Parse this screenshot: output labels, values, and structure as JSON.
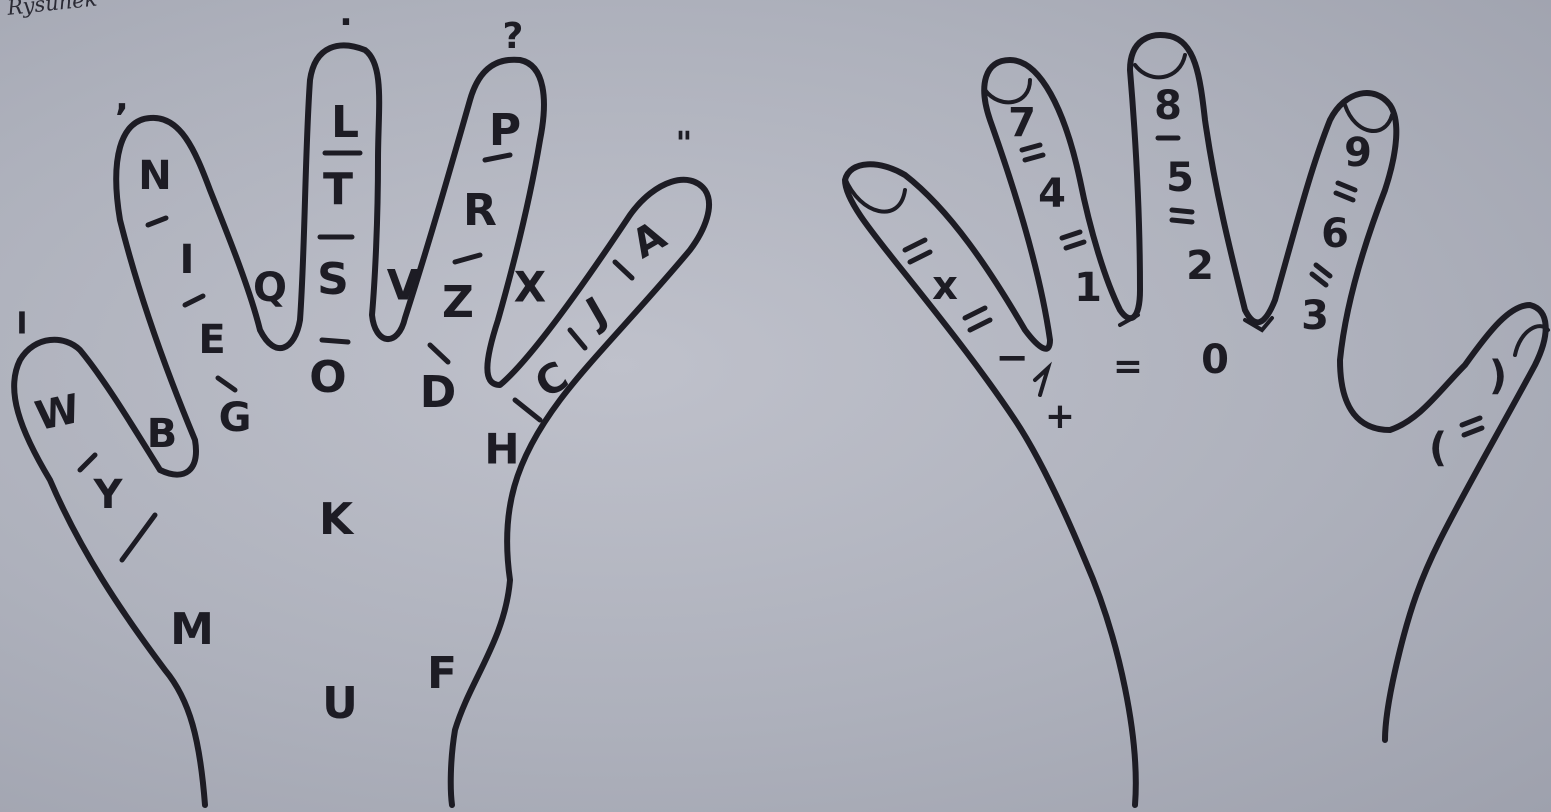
{
  "caption": "Rysunek",
  "left_hand": {
    "little_finger": [
      "W",
      "Y"
    ],
    "ring_finger": [
      "N",
      "I",
      "E"
    ],
    "middle_finger": [
      "L",
      "T",
      "S"
    ],
    "index_finger": [
      "P",
      "R",
      "Z"
    ],
    "thumb": [
      "A",
      "J",
      "C"
    ],
    "above_fingers": [
      "I",
      ",",
      ".",
      "?",
      "\""
    ],
    "between_fingers": [
      "B",
      "G",
      "Q",
      "O",
      "V",
      "X",
      "D",
      "H"
    ],
    "palm": [
      "K",
      "M",
      "U",
      "F"
    ]
  },
  "right_hand": {
    "thumb": [
      "x",
      "−"
    ],
    "index_finger": [
      "7",
      "4",
      "1"
    ],
    "middle_finger": [
      "8",
      "5",
      "2"
    ],
    "ring_finger": [
      "9",
      "6",
      "3"
    ],
    "little_finger": [
      ")",
      "("
    ],
    "between_fingers": [
      "+",
      "=",
      "0"
    ]
  }
}
